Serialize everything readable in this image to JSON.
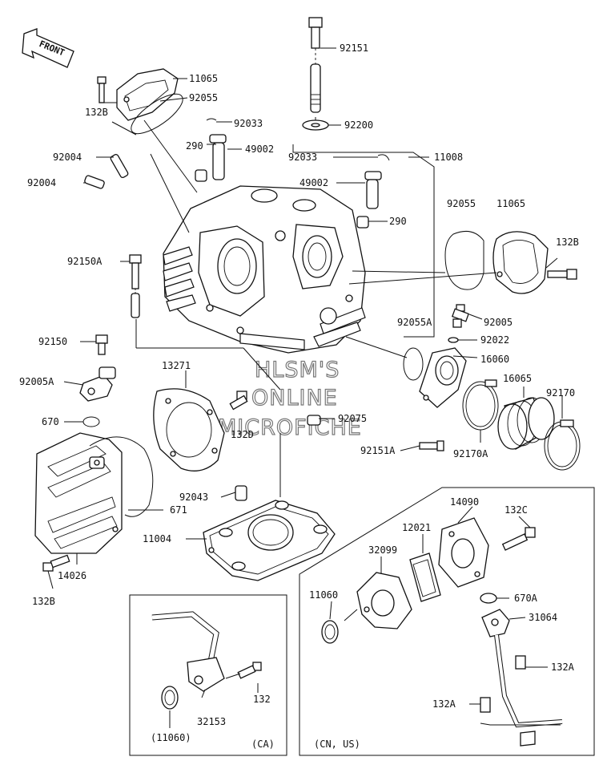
{
  "front_marker": "FRONT",
  "watermark": [
    "HLSM'S",
    "ONLINE",
    "MICROFICHE"
  ],
  "callouts": {
    "p92151": "92151",
    "p11065_top": "11065",
    "p92055_top": "92055",
    "p132B_top": "132B",
    "p92033_a": "92033",
    "p92200": "92200",
    "p290_a": "290",
    "p49002_a": "49002",
    "p92004_a": "92004",
    "p92033_b": "92033",
    "p11008": "11008",
    "p92004_b": "92004",
    "p49002_b": "49002",
    "p290_b": "290",
    "p92055_right": "92055",
    "p11065_right": "11065",
    "p132B_right": "132B",
    "p92150A": "92150A",
    "p92005": "92005",
    "p92055A": "92055A",
    "p92022": "92022",
    "p92150": "92150",
    "p16060": "16060",
    "p13271": "13271",
    "p16065": "16065",
    "p92170": "92170",
    "p92005A": "92005A",
    "p670": "670",
    "p92075": "92075",
    "p132D": "132D",
    "p92151A": "92151A",
    "p92170A": "92170A",
    "p92043": "92043",
    "p671": "671",
    "p11004": "11004",
    "p132B_left": "132B",
    "p14026": "14026",
    "p14090": "14090",
    "p132C": "132C",
    "p12021": "12021",
    "p32099": "32099",
    "p11060": "11060",
    "p670A": "670A",
    "p31064": "31064",
    "p132A_a": "132A",
    "p132A_b": "132A",
    "p132": "132",
    "p32153": "32153",
    "p11060_paren": "(11060)",
    "region_ca": "(CA)",
    "region_cnus": "(CN, US)"
  }
}
